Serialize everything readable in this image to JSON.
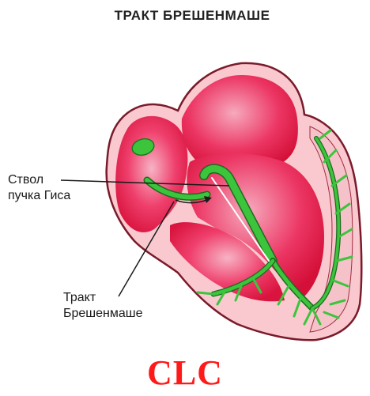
{
  "title": "ТРАКТ БРЕШЕНМАШЕ",
  "labels": {
    "his_bundle_line1": "Ствол",
    "his_bundle_line2": "пучка Гиса",
    "tract_line1": "Тракт",
    "tract_line2": "Брешенмаше"
  },
  "footer": "CLC",
  "colors": {
    "outer": "#f9c9cf",
    "outline": "#7a1a2a",
    "chamber": "#ee2c5a",
    "pathway": "#3cc43c",
    "footer": "#ff1a1a"
  }
}
